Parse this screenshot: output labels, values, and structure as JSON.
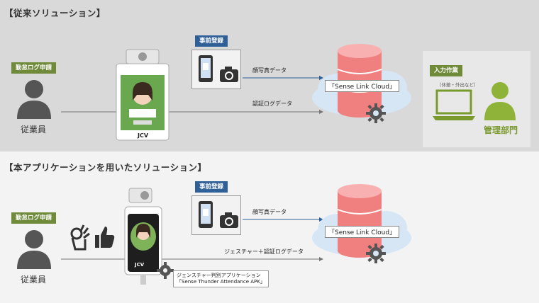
{
  "top": {
    "title": "【従来ソリューション】",
    "employee_tag": "勤怠ログ申請",
    "employee_label": "従業員",
    "register_tag": "事前登録",
    "face_photo_label": "顔写真データ",
    "auth_log_label": "認証ログデータ",
    "cloud_label": "「Sense Link Cloud」",
    "input_tag": "入力作業",
    "input_note": "（休憩・外出など）",
    "mgmt_label": "管理部門"
  },
  "bottom": {
    "title": "【本アプリケーションを用いたソリューション】",
    "employee_tag": "勤怠ログ申請",
    "employee_label": "従業員",
    "register_tag": "事前登録",
    "face_photo_label": "顔写真データ",
    "gesture_log_label": "ジェスチャー＋認証ログデータ",
    "cloud_label": "「Sense Link Cloud」",
    "apk_line1": "ジェンスチャー判別アプリケーション",
    "apk_line2": "「Sense Thunder Attendance APK」"
  },
  "colors": {
    "green": "#6f8b3a",
    "blue": "#2e5f96",
    "db_red": "#f07f7f",
    "cloud_blue": "#d6e6f5",
    "mgmt_green": "#8fb339"
  }
}
